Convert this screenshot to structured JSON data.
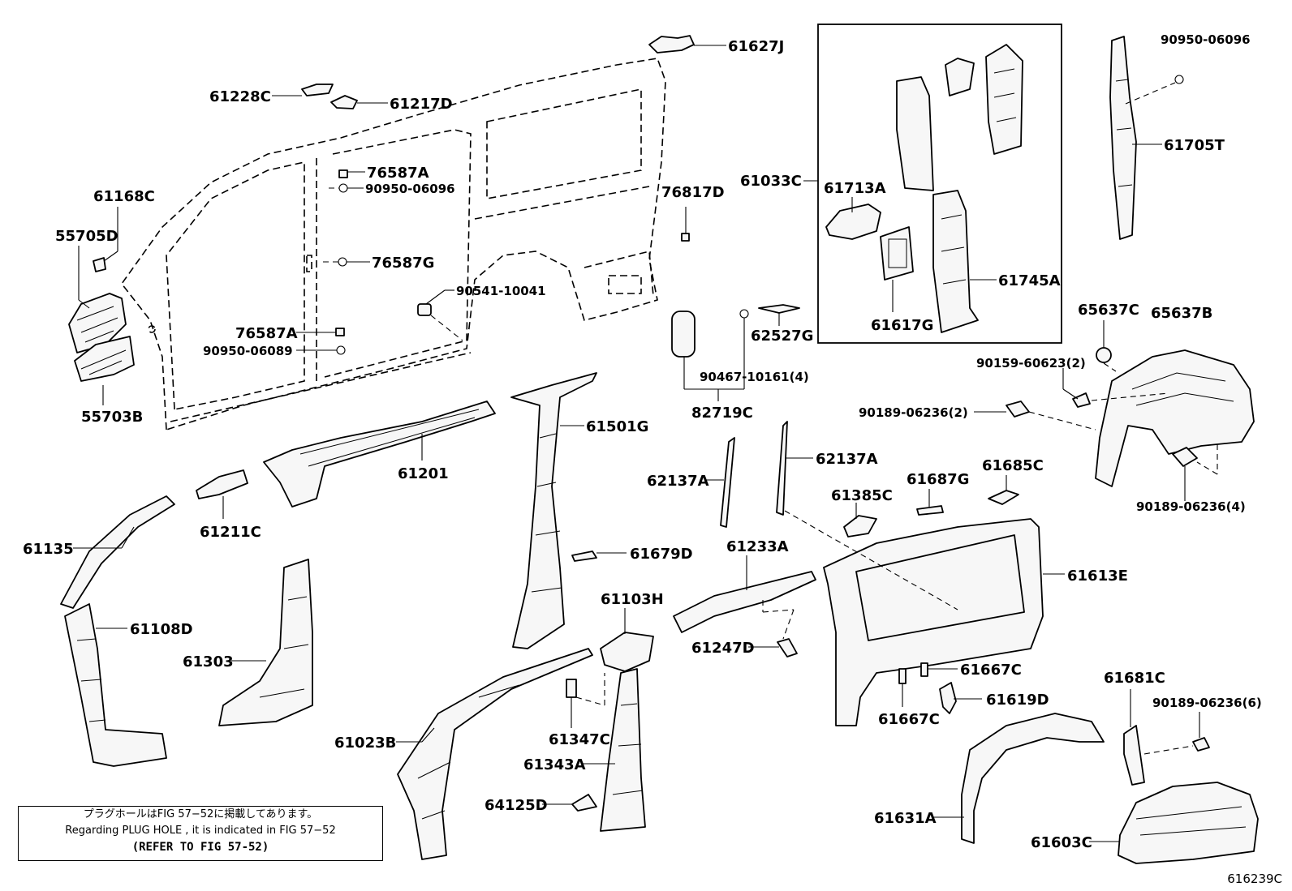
{
  "labels": {
    "p61627J": "61627J",
    "p61228C": "61228C",
    "p61217D": "61217D",
    "p76587A_top": "76587A",
    "p90950_06096_mid": "90950-06096",
    "p61168C": "61168C",
    "p55705D": "55705D",
    "p76587G": "76587G",
    "p90541_10041": "90541-10041",
    "p76587A_low": "76587A",
    "p90950_06089": "90950-06089",
    "p55703B": "55703B",
    "p76817D": "76817D",
    "p61033C": "61033C",
    "p61713A": "61713A",
    "p61745A": "61745A",
    "p61617G": "61617G",
    "p90950_06096_right": "90950-06096",
    "p61705T": "61705T",
    "p62527G": "62527G",
    "p90467_10161": "90467-10161(4)",
    "p82719C": "82719C",
    "p65637C": "65637C",
    "p65637B": "65637B",
    "p90159_60623": "90159-60623(2)",
    "p90189_06236_2": "90189-06236(2)",
    "p90189_06236_4": "90189-06236(4)",
    "p61501G": "61501G",
    "p61201": "61201",
    "p62137A_left": "62137A",
    "p62137A_right": "62137A",
    "p61385C": "61385C",
    "p61687G": "61687G",
    "p61685C": "61685C",
    "p61211C": "61211C",
    "p61135": "61135",
    "p61679D": "61679D",
    "p61233A": "61233A",
    "p61613E": "61613E",
    "p61108D": "61108D",
    "p61303": "61303",
    "p61103H": "61103H",
    "p61247D": "61247D",
    "p61667C_right": "61667C",
    "p61619D": "61619D",
    "p61667C_low": "61667C",
    "p61681C": "61681C",
    "p90189_06236_6": "90189-06236(6)",
    "p61347C": "61347C",
    "p61023B": "61023B",
    "p61343A": "61343A",
    "p64125D": "64125D",
    "p61631A": "61631A",
    "p61603C": "61603C"
  },
  "note": {
    "line1": "プラグホールはFIG 57−52に掲載してあります。",
    "line2": "Regarding  PLUG  HOLE , it is indicated in FIG  57−52",
    "line3": "(REFER TO FIG 57-52)"
  },
  "diagram_id": "616239C"
}
